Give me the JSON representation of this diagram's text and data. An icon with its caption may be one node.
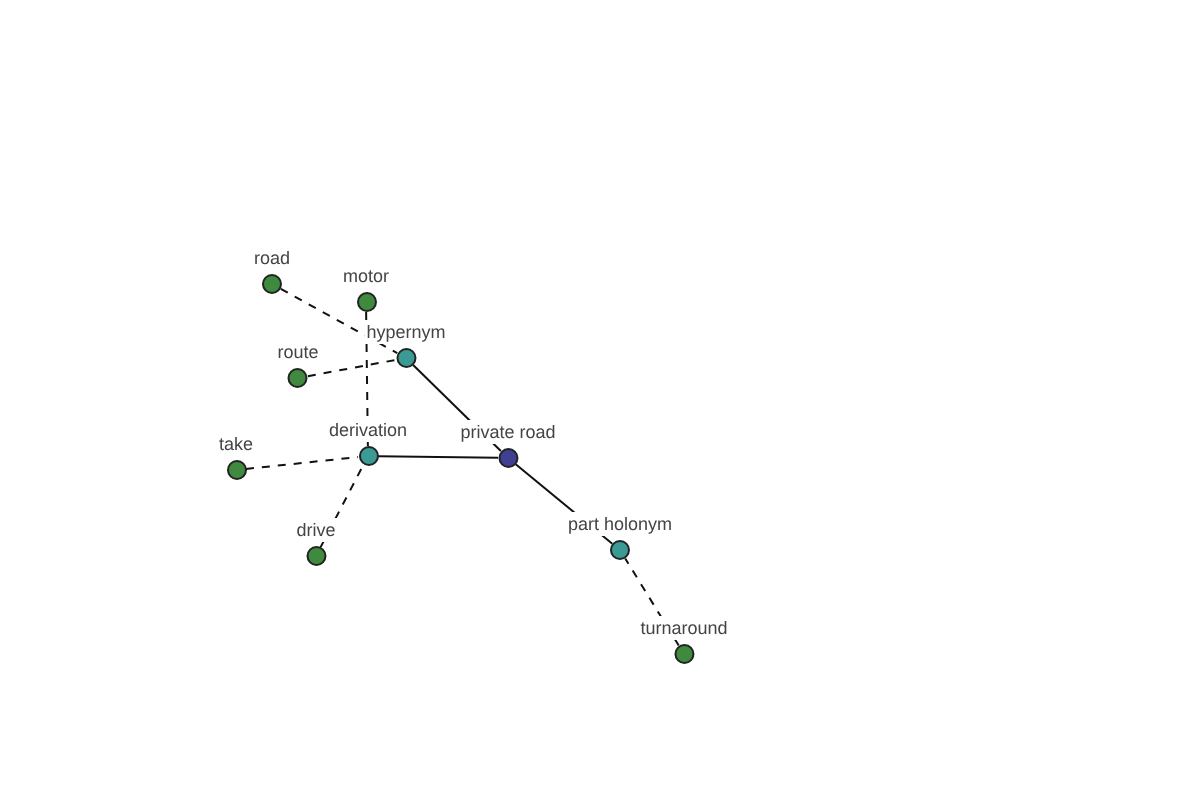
{
  "diagram": {
    "nodes": [
      {
        "text": [
          "road"
        ]
      },
      {
        "text": [
          "motor"
        ]
      },
      {
        "text": [
          "hypernym"
        ]
      },
      {
        "text": [
          "route"
        ]
      },
      {
        "text": [
          "derivation"
        ]
      },
      {
        "text": [
          "private road"
        ]
      },
      {
        "text": [
          "take"
        ]
      },
      {
        "text": [
          "drive"
        ]
      },
      {
        "text": [
          "part holonym"
        ]
      },
      {
        "text": [
          "turnaround"
        ]
      }
    ],
    "edges": [
      {
        "from": 5,
        "to": 2,
        "arrow": "none"
      },
      {
        "from": 5,
        "to": 4,
        "arrow": "none"
      },
      {
        "from": 5,
        "to": 8,
        "arrow": "none"
      },
      {
        "from": 0,
        "to": 2,
        "arrow": "none",
        "style": "dashed"
      },
      {
        "from": 3,
        "to": 2,
        "arrow": "none",
        "style": "dashed"
      },
      {
        "from": 1,
        "to": 4,
        "arrow": "none",
        "style": "dashed"
      },
      {
        "from": 6,
        "to": 4,
        "arrow": "none",
        "style": "dashed"
      },
      {
        "from": 7,
        "to": 4,
        "arrow": "none",
        "style": "dashed"
      },
      {
        "from": 9,
        "to": 8,
        "arrow": "none",
        "style": "dashed"
      }
    ]
  }
}
